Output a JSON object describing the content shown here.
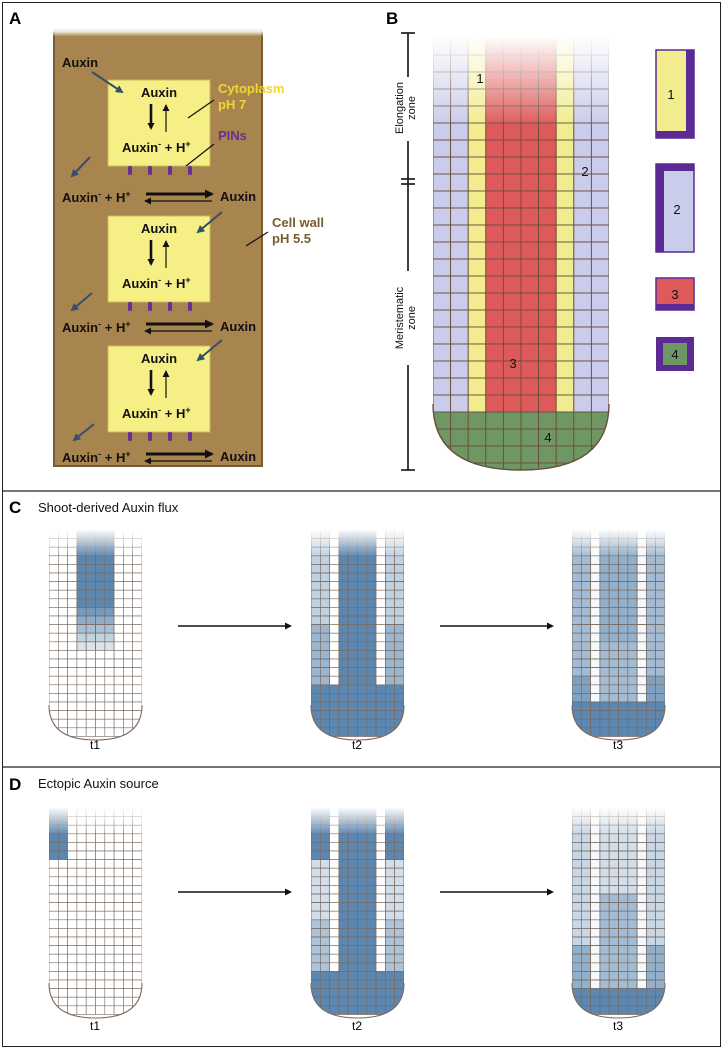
{
  "panels": {
    "A": {
      "letter": "A",
      "auxin_entering_label": "Auxin",
      "cell_label": "Auxin",
      "cytoplasm_label_line1": "Cytoplasm",
      "cytoplasm_label_line2": "pH 7",
      "pins_label": "PINs",
      "cell_wall_line1": "Cell wall",
      "cell_wall_line2": "pH 5.5",
      "anion_label": "Auxin",
      "anion_sup": "-",
      "plus_h": "+ H",
      "plus_sup": "+",
      "wall_auxin_label": "Auxin",
      "colors": {
        "cell_wall": "#a8854f",
        "cytoplasm": "#f5ef85",
        "pin": "#6a2d94",
        "arrow_blue": "#34506a",
        "label_yellow": "#f2d530",
        "label_brown": "#7a5a30"
      }
    },
    "B": {
      "letter": "B",
      "elongation_line1": "Elongation",
      "elongation_line2": "zone",
      "meristematic_line1": "Meristematic",
      "meristematic_line2": "zone",
      "region_labels": [
        "1",
        "2",
        "3",
        "4"
      ],
      "legend_labels": [
        "1",
        "2",
        "3",
        "4"
      ],
      "colors": {
        "region1": "#f1ec8e",
        "region2": "#c9cceb",
        "region3": "#de5a5a",
        "region4": "#6f9763",
        "pin": "#5c2a94",
        "grid": "#6b4e3c"
      }
    },
    "C": {
      "letter": "C",
      "title": "Shoot-derived Auxin flux",
      "time_labels": [
        "t1",
        "t2",
        "t3"
      ]
    },
    "D": {
      "letter": "D",
      "title": "Ectopic Auxin source",
      "time_labels": [
        "t1",
        "t2",
        "t3"
      ]
    },
    "auxin_blue": "#4a7aa8"
  }
}
